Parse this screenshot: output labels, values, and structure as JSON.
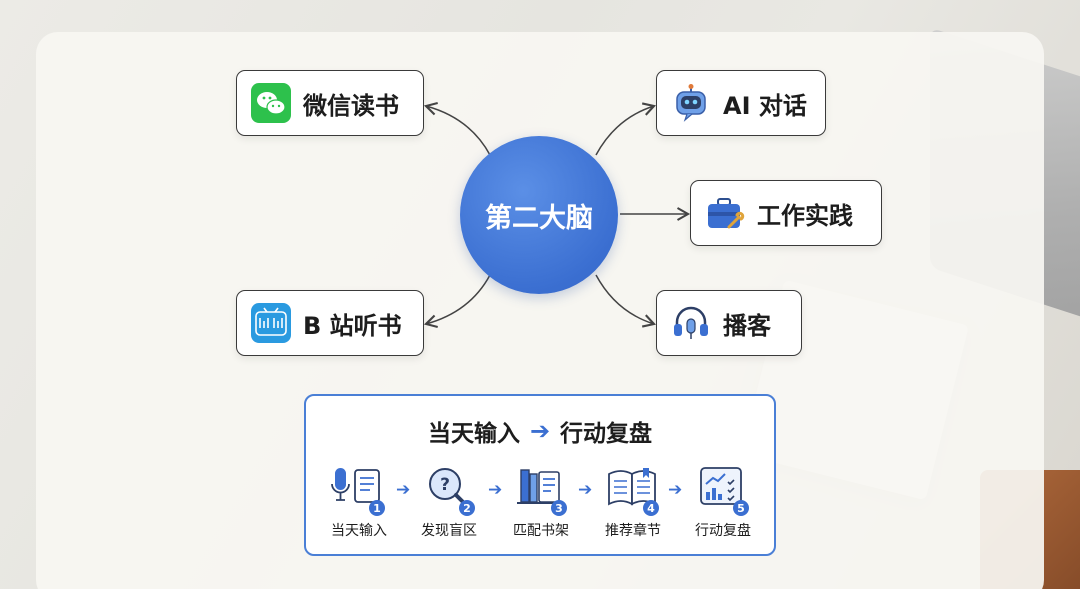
{
  "hub": {
    "label": "第二大脑"
  },
  "nodes": {
    "wechat": {
      "label": "微信读书",
      "icon": "wechat-icon"
    },
    "bilibili": {
      "label": "B 站听书",
      "icon": "bilibili-icon"
    },
    "ai": {
      "label": "AI 对话",
      "icon": "robot-icon"
    },
    "work": {
      "label": "工作实践",
      "icon": "toolbox-icon"
    },
    "podcast": {
      "label": "播客",
      "icon": "headphones-icon"
    }
  },
  "flow": {
    "title_from": "当天输入",
    "title_to": "行动复盘",
    "steps": [
      {
        "num": "1",
        "label": "当天输入",
        "icon": "mic-notes-icon"
      },
      {
        "num": "2",
        "label": "发现盲区",
        "icon": "magnifier-question-icon"
      },
      {
        "num": "3",
        "label": "匹配书架",
        "icon": "bookshelf-icon"
      },
      {
        "num": "4",
        "label": "推荐章节",
        "icon": "open-book-icon"
      },
      {
        "num": "5",
        "label": "行动复盘",
        "icon": "chart-checklist-icon"
      }
    ]
  },
  "colors": {
    "accent": "#3b6fd1",
    "wechat": "#2dc14c",
    "bilibili": "#2a9ae0"
  }
}
